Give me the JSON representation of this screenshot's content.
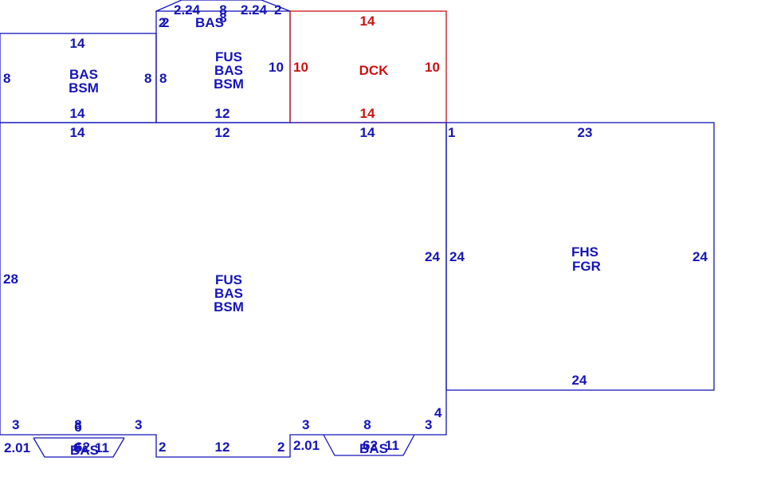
{
  "colors": {
    "main": "#1515b8",
    "deck": "#cc1111",
    "background": "#ffffff"
  },
  "areas": {
    "left_ext": {
      "lines": [
        "BAS",
        "BSM"
      ],
      "dims": {
        "top": "14",
        "bottom": "14",
        "left": "8",
        "right": "8"
      }
    },
    "mid_ext": {
      "lines": [
        "FUS",
        "BAS",
        "BSM"
      ],
      "dims": {
        "bottom": "12",
        "left": "8",
        "right": "10"
      }
    },
    "top_bay": {
      "lines": [
        "BAS"
      ],
      "dims": {
        "seg_a": "2",
        "seg_b": "2",
        "diag_a": "2.24",
        "top_a": "8",
        "top_b": "8",
        "diag_b": "2.24",
        "seg_c": "2"
      }
    },
    "deck": {
      "lines": [
        "DCK"
      ],
      "dims": {
        "top": "14",
        "bottom": "14",
        "left": "10",
        "right": "10"
      }
    },
    "main": {
      "lines": [
        "FUS",
        "BAS",
        "BSM"
      ],
      "dims": {
        "top_a": "14",
        "top_b": "12",
        "top_c": "14",
        "left": "28",
        "right": "24"
      }
    },
    "garage": {
      "lines": [
        "FHS",
        "FGR"
      ],
      "dims": {
        "top": "23",
        "corner": "1",
        "left": "24",
        "right": "24",
        "bottom": "24",
        "step": "4"
      }
    },
    "bay_left": {
      "lines": [
        "BAS"
      ],
      "dims": {
        "left_end": "3",
        "top_a": "8",
        "top_b": "6",
        "right_end": "3",
        "diag_left": "2.01",
        "bottom_a": "6",
        "bottom_b": "62",
        "diag_right": "11"
      }
    },
    "notch": {
      "dims": {
        "left": "2",
        "bottom": "12",
        "right": "2"
      }
    },
    "bay_right": {
      "lines": [
        "BAS"
      ],
      "dims": {
        "left_end": "3",
        "top": "8",
        "right_end": "3",
        "diag_left": "2.01",
        "bottom_a": "62",
        "bottom_b": "11"
      }
    }
  }
}
